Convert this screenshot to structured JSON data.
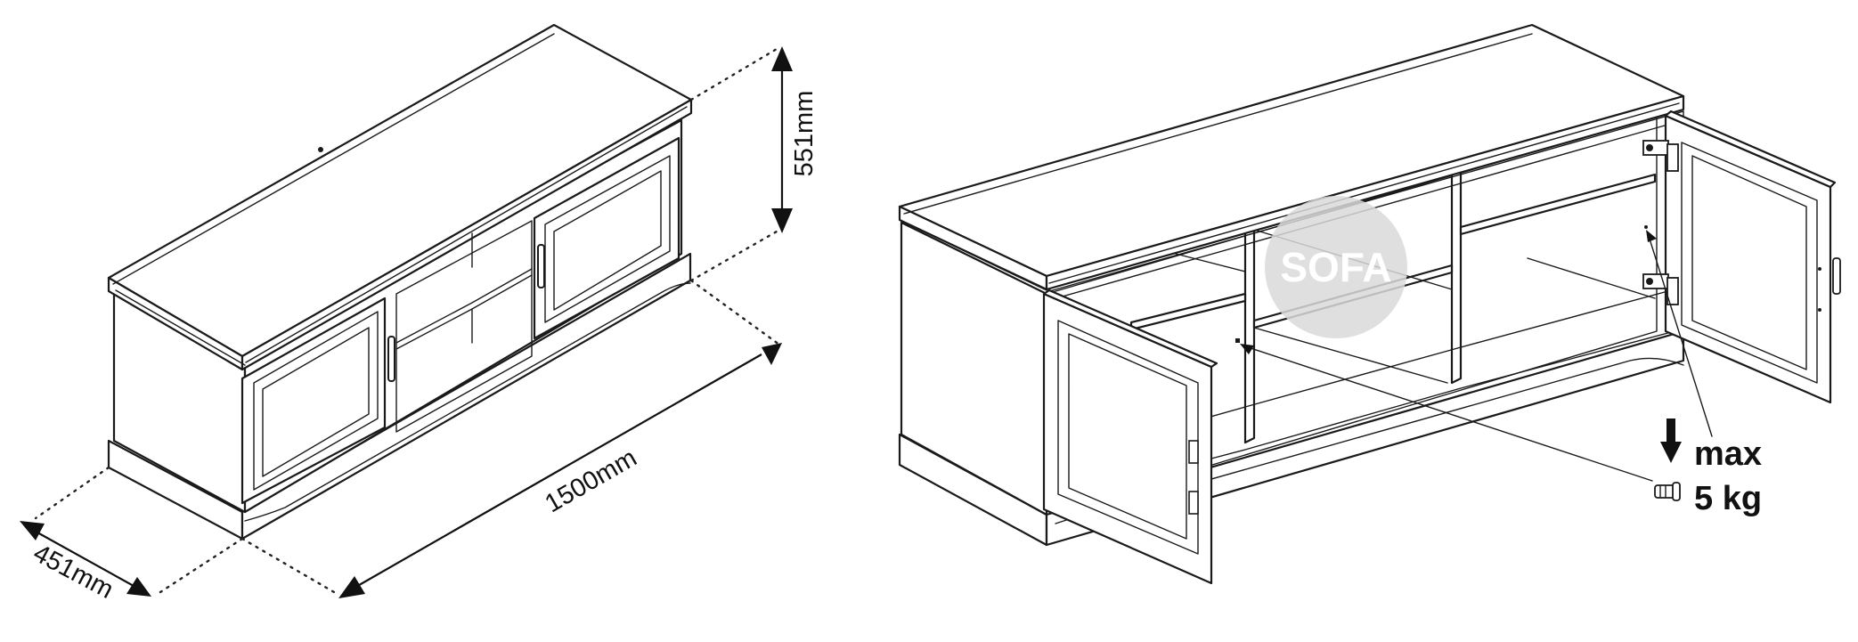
{
  "dimensions": {
    "height": "551mm",
    "width": "1500mm",
    "depth": "451mm"
  },
  "watermark": {
    "text": "SOFA"
  },
  "load_note": {
    "line1": "max",
    "line2": "5 kg"
  },
  "colors": {
    "line": "#1a1a1a",
    "background": "#ffffff",
    "watermark_circle": "#d9d9d9",
    "watermark_text": "#ffffff"
  },
  "icons": [
    "down-arrow-icon",
    "shelf-peg-icon",
    "hinge-icon",
    "door-handle-icon"
  ]
}
